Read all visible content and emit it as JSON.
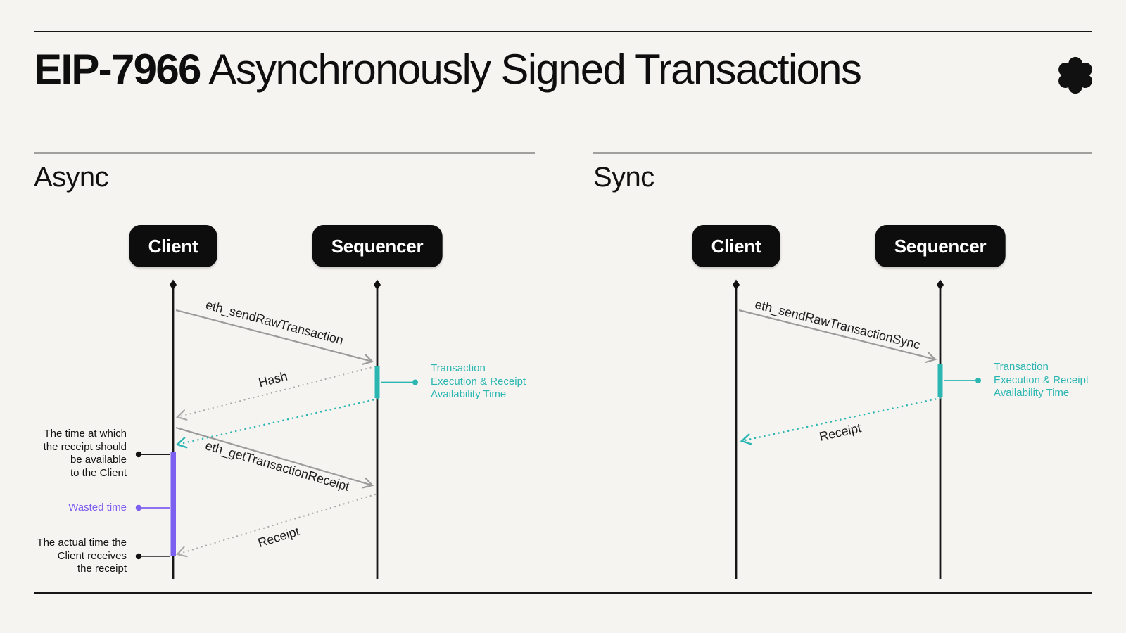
{
  "page": {
    "title_strong": "EIP-7966",
    "title_rest": " Asynchronously Signed Transactions"
  },
  "colors": {
    "background": "#f5f4f1",
    "ink": "#161616",
    "pill_black": "#0d0d0d",
    "arrow_gray": "#9b9b9b",
    "dotted_gray": "#ababab",
    "teal": "#2bb6b2",
    "purple": "#7c60f0"
  },
  "async_panel": {
    "heading": "Async",
    "actors": {
      "client": "Client",
      "sequencer": "Sequencer"
    },
    "messages": {
      "send_raw_transaction": "eth_sendRawTransaction",
      "hash": "Hash",
      "get_transaction_receipt": "eth_getTransactionReceipt",
      "receipt": "Receipt"
    },
    "execution_note": "Transaction\nExecution & Receipt\nAvailability Time",
    "annotation_receipt_should": "The time at which\nthe receipt should\nbe available\nto the Client",
    "annotation_wasted": "Wasted time",
    "annotation_actual": "The actual time the\nClient receives\nthe receipt"
  },
  "sync_panel": {
    "heading": "Sync",
    "actors": {
      "client": "Client",
      "sequencer": "Sequencer"
    },
    "messages": {
      "send_raw_transaction_sync": "eth_sendRawTransactionSync",
      "receipt": "Receipt"
    },
    "execution_note": "Transaction\nExecution & Receipt\nAvailability Time"
  }
}
